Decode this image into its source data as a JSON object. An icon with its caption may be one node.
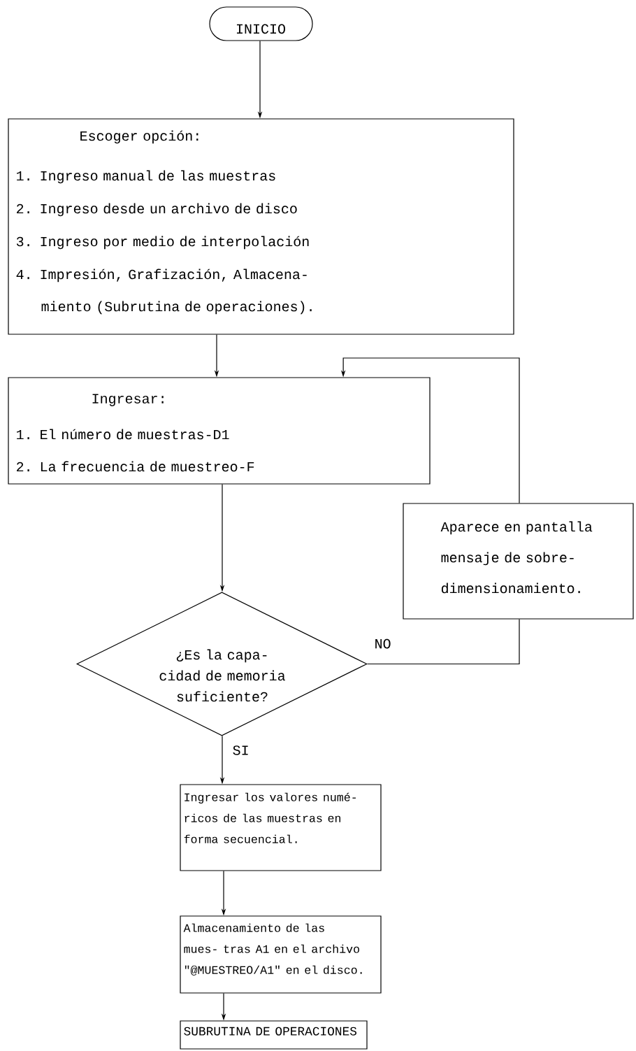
{
  "diagram": {
    "nodes": [
      {
        "text": [
          "INICIO"
        ]
      },
      {
        "text": [
          "Escoger opción:",
          "1. Ingreso manual de las muestras",
          "2. Ingreso desde un archivo de disco",
          "3. Ingreso por medio de interpolación",
          "4. Impresión, Grafización, Almacena- miento (Subrutina de operaciones)."
        ]
      },
      {
        "text": [
          "Ingresar:",
          "1. El número de muestras-D1",
          "2. La frecuencia de muestreo-F"
        ]
      },
      {
        "text": [
          "Aparece en pantalla mensaje de sobre- dimensionamiento."
        ]
      },
      {
        "text": [
          "¿Es la capa- cidad de memoria suficiente?"
        ]
      },
      {
        "text": [
          "Ingresar los valores numé- ricos de las muestras en forma secuencial."
        ]
      },
      {
        "text": [
          "Almacenamiento de las mues- tras A1 en el archivo \"@MUESTREO/A1\" en el disco."
        ]
      },
      {
        "text": [
          "SUBRUTINA DE OPERACIONES"
        ]
      }
    ],
    "edges": [
      {
        "from": 0,
        "to": 1,
        "arrow": "to"
      },
      {
        "from": 1,
        "to": 2,
        "arrow": "to"
      },
      {
        "from": 2,
        "to": 4,
        "arrow": "to"
      },
      {
        "from": 4,
        "to": 3,
        "arrow": "none",
        "label": "NO"
      },
      {
        "from": 3,
        "to": 2,
        "arrow": "to"
      },
      {
        "from": 4,
        "to": 5,
        "arrow": "to",
        "label": "SI"
      },
      {
        "from": 5,
        "to": 6,
        "arrow": "to"
      },
      {
        "from": 6,
        "to": 7,
        "arrow": "to"
      }
    ]
  }
}
